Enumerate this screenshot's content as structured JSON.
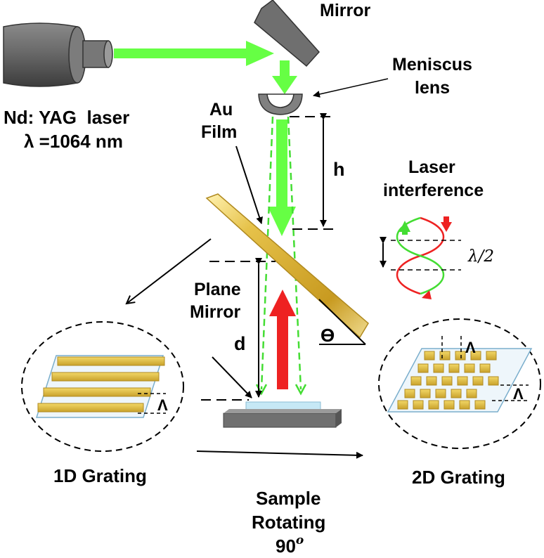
{
  "labels": {
    "mirror": "Mirror",
    "meniscus_1": "Meniscus",
    "meniscus_2": "lens",
    "laser_1": "Nd: YAG  laser",
    "laser_2": "λ =1064 nm",
    "au_1": "Au",
    "au_2": "Film",
    "h": "h",
    "interference_1": "Laser",
    "interference_2": "interference",
    "half_lambda": "λ/2",
    "plane_1": "Plane",
    "plane_2": "Mirror",
    "d": "d",
    "theta": "ϴ",
    "period_1d": "Λ",
    "period_2d_top": "Λ",
    "period_2d_right": "Λ",
    "grating_1d": "1D Grating",
    "grating_2d": "2D Grating",
    "sample_1": "Sample",
    "sample_2": "Rotating",
    "sample_3_base": "90",
    "sample_3_sup": "o"
  },
  "colors": {
    "laser_green": "#66ff44",
    "dashed_green": "#44dd33",
    "reflected_red": "#ee2222",
    "mirror_gray": "#707070",
    "laser_body": "#6e6e6e",
    "gold_film": "#e8c040",
    "grating_bar": "#e4c24a",
    "substrate": "#c6e8f5"
  }
}
